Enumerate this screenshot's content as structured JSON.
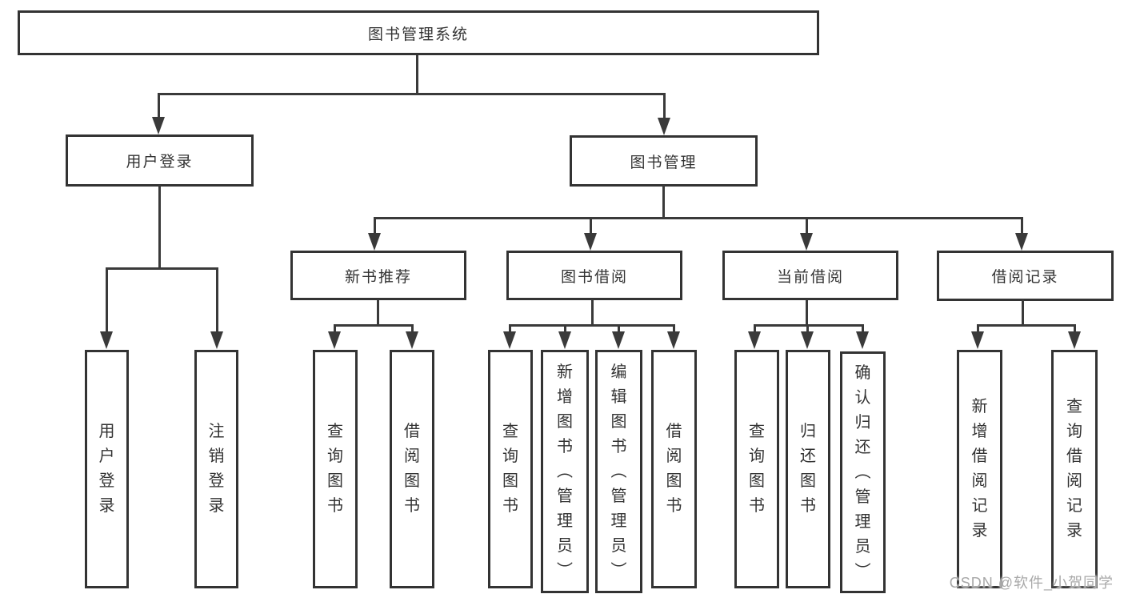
{
  "diagram_title": "图书管理系统",
  "watermark": "CSDN @软件_小贺同学",
  "colors": {
    "line": "#3a3a3a",
    "box_border": "#333333",
    "text": "#333333",
    "watermark": "#a8a8a8",
    "background": "#ffffff"
  },
  "nodes": {
    "root": "图书管理系统",
    "user_login": "用户登录",
    "book_mgmt": "图书管理",
    "new_book": "新书推荐",
    "book_borrow": "图书借阅",
    "current_borrow": "当前借阅",
    "borrow_record": "借阅记录",
    "leaf_user_login": "用户登录",
    "leaf_logout": "注销登录",
    "leaf_nb_query": "查询图书",
    "leaf_nb_borrow": "借阅图书",
    "leaf_bb_query": "查询图书",
    "leaf_bb_add": "新增图书（管理员）",
    "leaf_bb_edit": "编辑图书（管理员）",
    "leaf_bb_borrow": "借阅图书",
    "leaf_cb_query": "查询图书",
    "leaf_cb_return": "归还图书",
    "leaf_cb_confirm": "确认归还（管理员）",
    "leaf_br_add": "新增借阅记录",
    "leaf_br_query": "查询借阅记录"
  }
}
